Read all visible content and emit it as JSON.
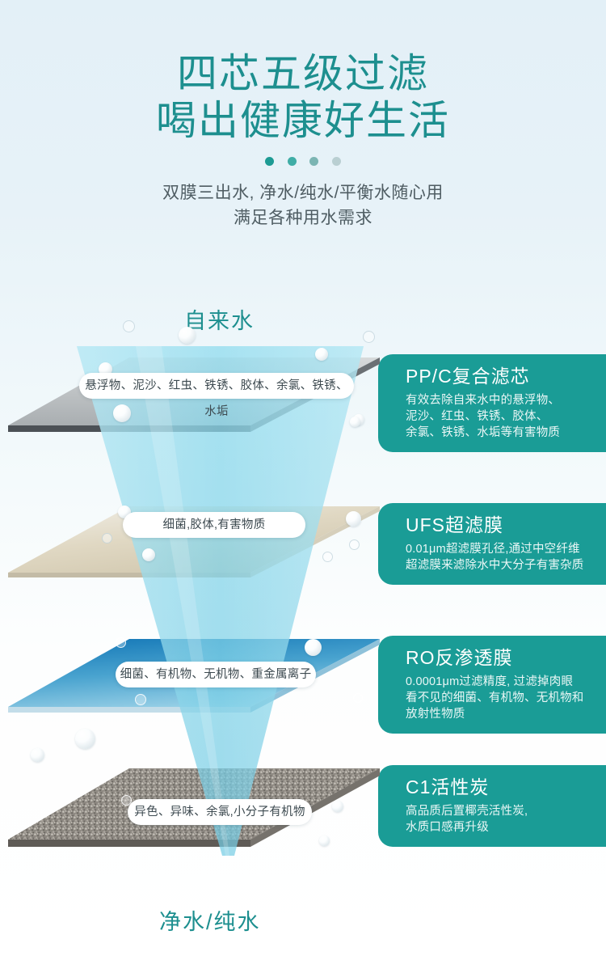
{
  "theme": {
    "teal": "#1a9c96",
    "teal_text": "#1d8f8f",
    "bg_top": "#e3f0f7",
    "water": "#7fd3e8"
  },
  "hero": {
    "title_line1": "四芯五级过滤",
    "title_line2": "喝出健康好生活",
    "dots": [
      "#1d9b94",
      "#3fada6",
      "#7bb5b3",
      "#b9cfd2"
    ],
    "subtitle_line1": "双膜三出水, 净水/纯水/平衡水随心用",
    "subtitle_line2": "满足各种用水需求"
  },
  "flow": {
    "input_label": "自来水",
    "output_label": "净水/纯水"
  },
  "layers": [
    {
      "title": "PP/C复合滤芯",
      "desc": [
        "有效去除自来水中的悬浮物、",
        "泥沙、红虫、铁锈、胶体、",
        "余氯、铁锈、水垢等有害物质"
      ],
      "pill": "悬浮物、泥沙、红虫、铁锈、胶体、余氯、铁锈、水垢",
      "plate": "pp-cotton-plate"
    },
    {
      "title": "UFS超滤膜",
      "desc": [
        "0.01μm超滤膜孔径,通过中空纤维",
        "超滤膜来滤除水中大分子有害杂质"
      ],
      "pill": "细菌,胶体,有害物质",
      "plate": "ultrafiltration-membrane-plate"
    },
    {
      "title": "RO反渗透膜",
      "desc": [
        "0.0001μm过滤精度, 过滤掉肉眼",
        "看不见的细菌、有机物、无机物和",
        "放射性物质"
      ],
      "pill": "细菌、有机物、无机物、重金属离子",
      "plate": "ro-membrane-plate"
    },
    {
      "title": "C1活性炭",
      "desc": [
        "高品质后置椰壳活性炭,",
        "水质口感再升级"
      ],
      "pill": "异色、异味、余氯,小分子有机物",
      "plate": "activated-carbon-plate"
    }
  ]
}
